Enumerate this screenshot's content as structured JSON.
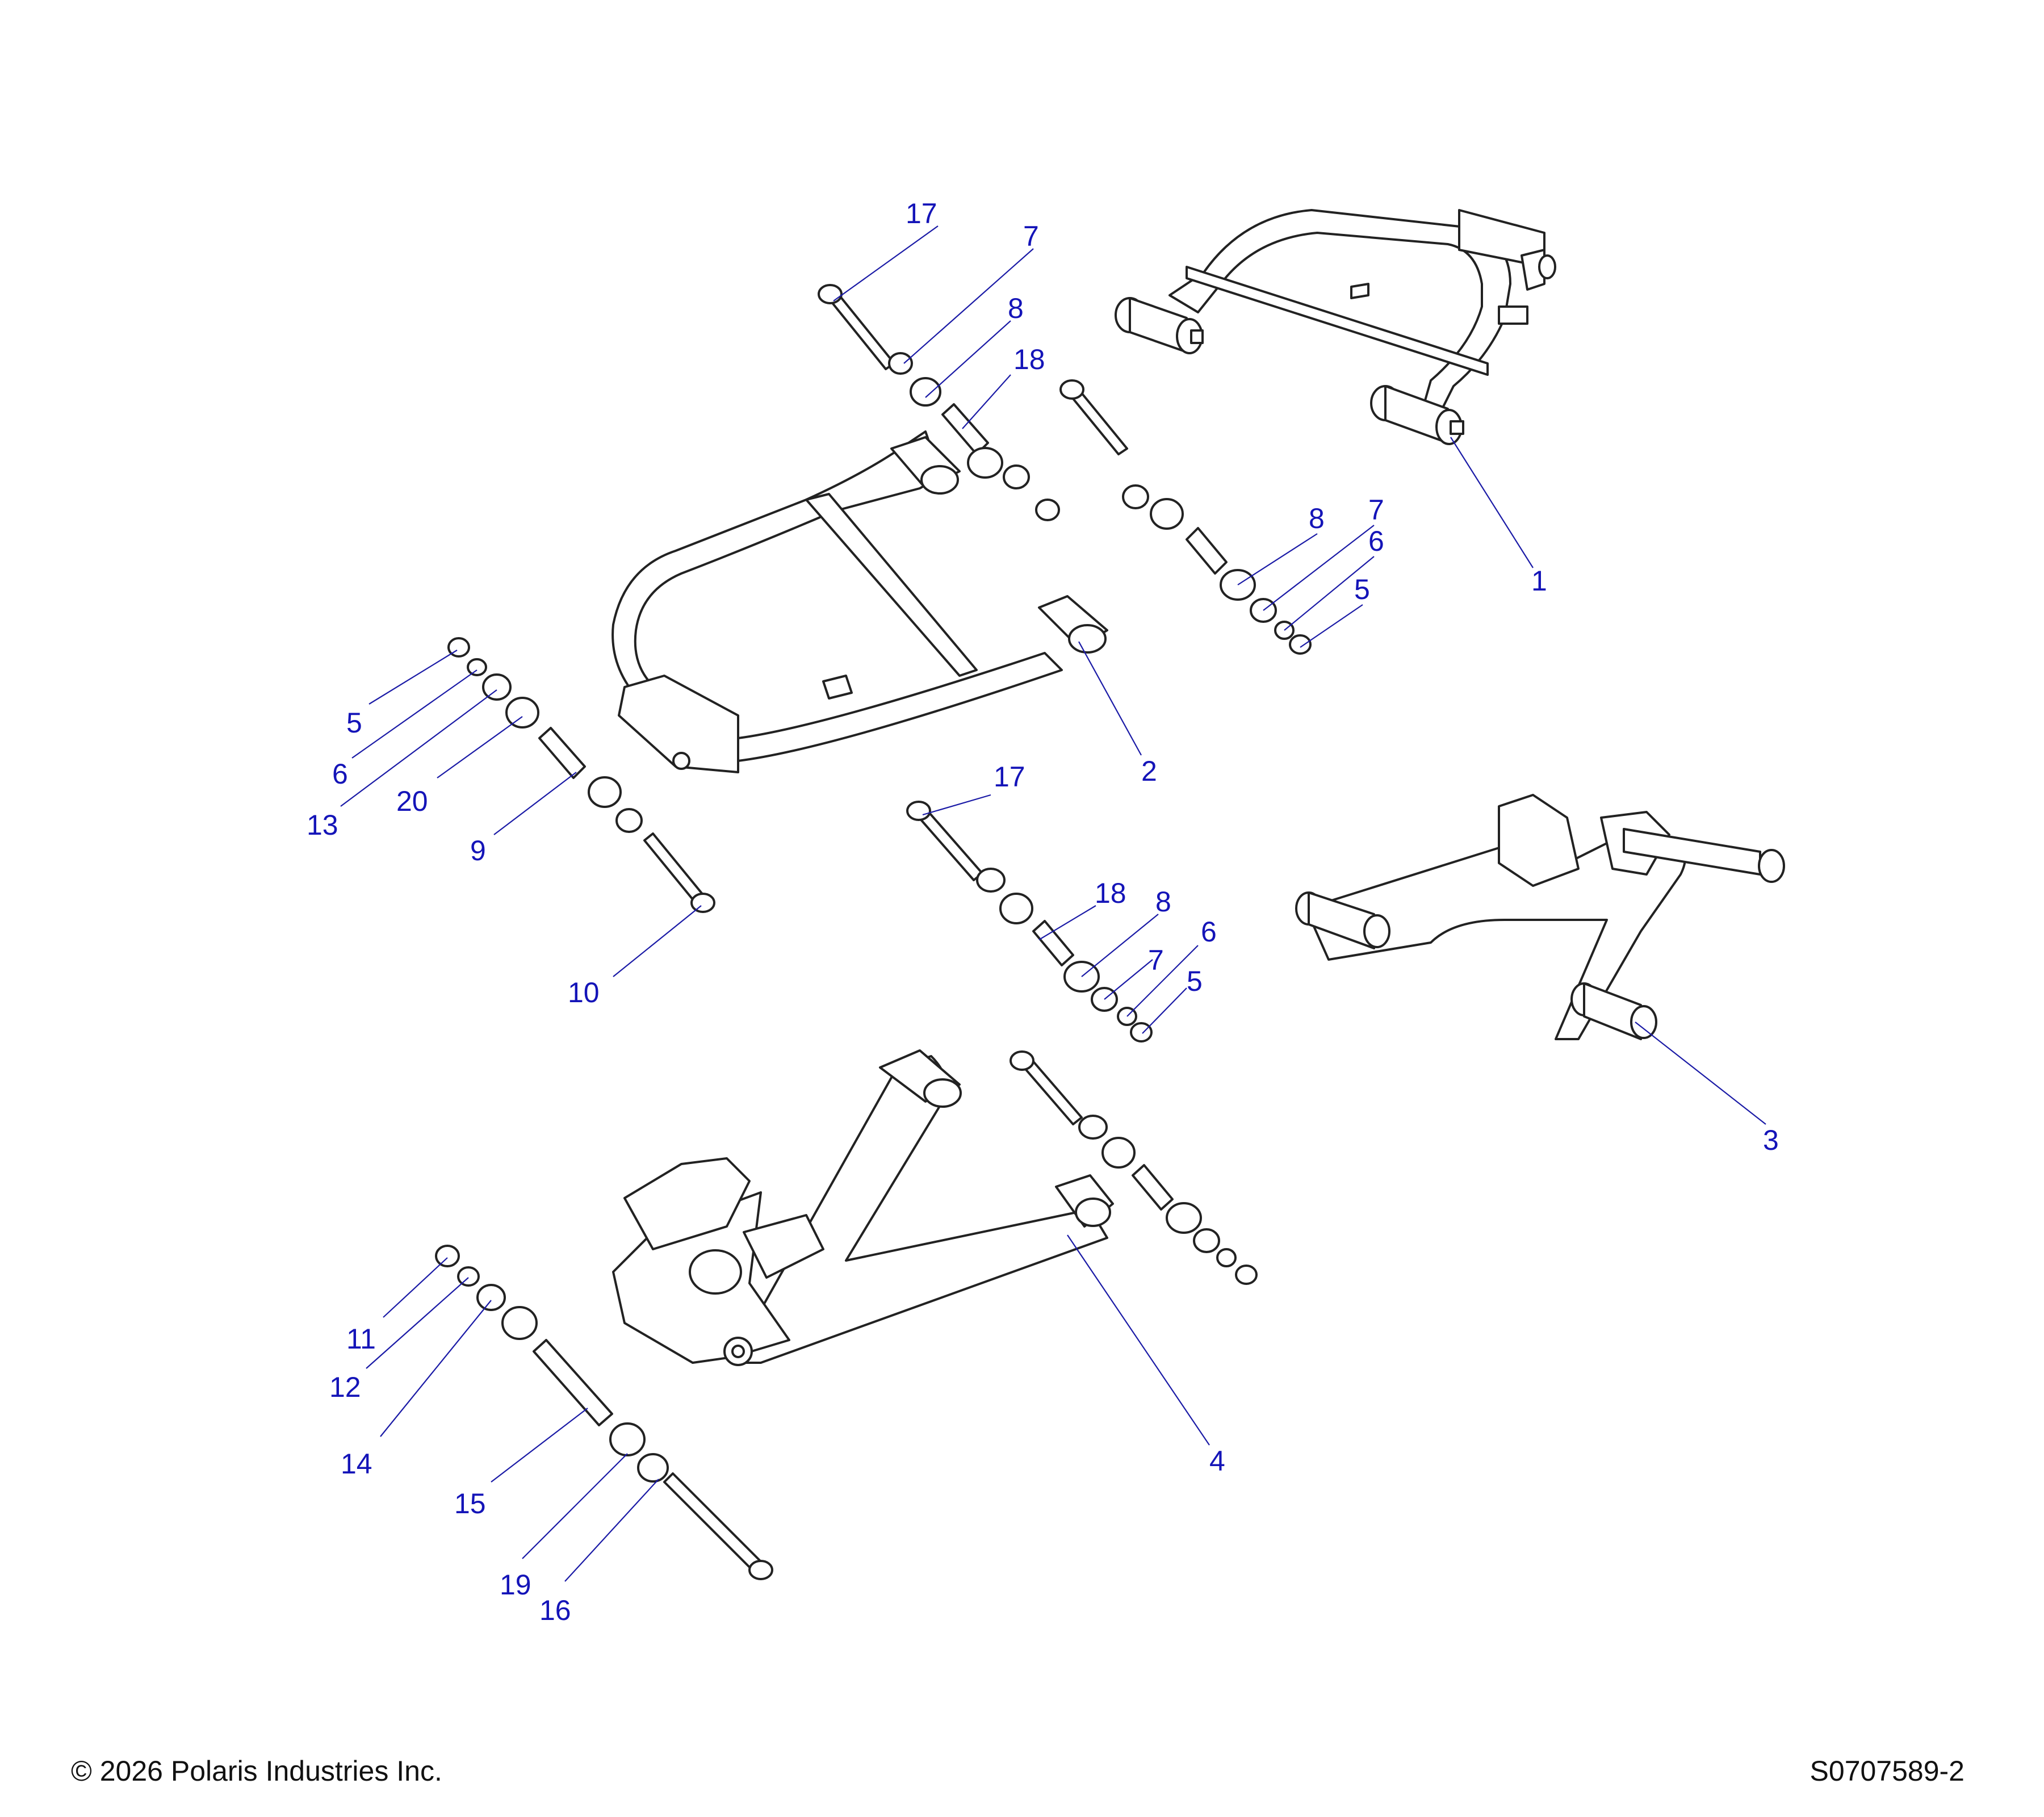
{
  "callouts": {
    "c1": "1",
    "c2": "2",
    "c3": "3",
    "c4": "4",
    "c5a": "5",
    "c5b": "5",
    "c5c": "5",
    "c6a": "6",
    "c6b": "6",
    "c6c": "6",
    "c7a": "7",
    "c7b": "7",
    "c7c": "7",
    "c8a": "8",
    "c8b": "8",
    "c8c": "8",
    "c9": "9",
    "c10": "10",
    "c11": "11",
    "c12": "12",
    "c13": "13",
    "c14": "14",
    "c15": "15",
    "c16": "16",
    "c17a": "17",
    "c17b": "17",
    "c18a": "18",
    "c18b": "18",
    "c19": "19",
    "c20": "20"
  },
  "footer": {
    "copyright": "© 2026 Polaris Industries Inc.",
    "drawing_number": "S0707589-2"
  }
}
